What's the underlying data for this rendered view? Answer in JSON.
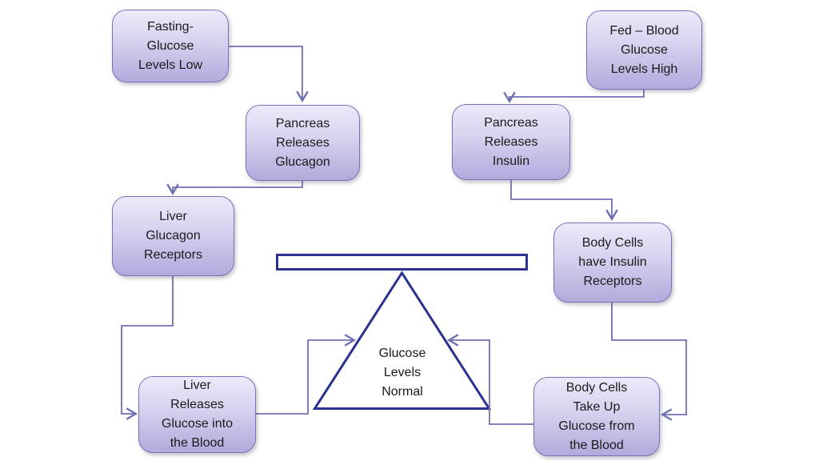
{
  "colors": {
    "box_border": "#7e6eb8",
    "box_fill_top": "#eceafa",
    "box_fill_bottom": "#b2aadc",
    "connector": "#7070b5",
    "balance": "#2b3190",
    "text": "#1a1a1a"
  },
  "nodes": {
    "fasting": {
      "label": "Fasting-\nGlucose\nLevels Low"
    },
    "pancreas_glucagon": {
      "label": "Pancreas\nReleases\nGlucagon"
    },
    "liver_receptors": {
      "label": "Liver\nGlucagon\nReceptors"
    },
    "liver_releases": {
      "label": "Liver\nReleases\nGlucose into\nthe Blood"
    },
    "fed": {
      "label": "Fed – Blood\nGlucose\nLevels High"
    },
    "pancreas_insulin": {
      "label": "Pancreas\nReleases\nInsulin"
    },
    "body_receptors": {
      "label": "Body Cells\nhave Insulin\nReceptors"
    },
    "body_takeup": {
      "label": "Body Cells\nTake Up\nGlucose from\nthe Blood"
    }
  },
  "balance": {
    "label": "Glucose\nLevels\nNormal"
  },
  "edges": [
    {
      "from": "Fasting- Glucose Levels Low",
      "to": "Pancreas Releases Glucagon"
    },
    {
      "from": "Pancreas Releases Glucagon",
      "to": "Liver Glucagon Receptors"
    },
    {
      "from": "Liver Glucagon Receptors",
      "to": "Liver Releases Glucose into the Blood"
    },
    {
      "from": "Liver Releases Glucose into the Blood",
      "to": "Glucose Levels Normal"
    },
    {
      "from": "Fed – Blood Glucose Levels High",
      "to": "Pancreas Releases Insulin"
    },
    {
      "from": "Pancreas Releases Insulin",
      "to": "Body Cells have Insulin Receptors"
    },
    {
      "from": "Body Cells have Insulin Receptors",
      "to": "Body Cells Take Up Glucose from the Blood"
    },
    {
      "from": "Body Cells Take Up Glucose from the Blood",
      "to": "Glucose Levels Normal"
    }
  ]
}
